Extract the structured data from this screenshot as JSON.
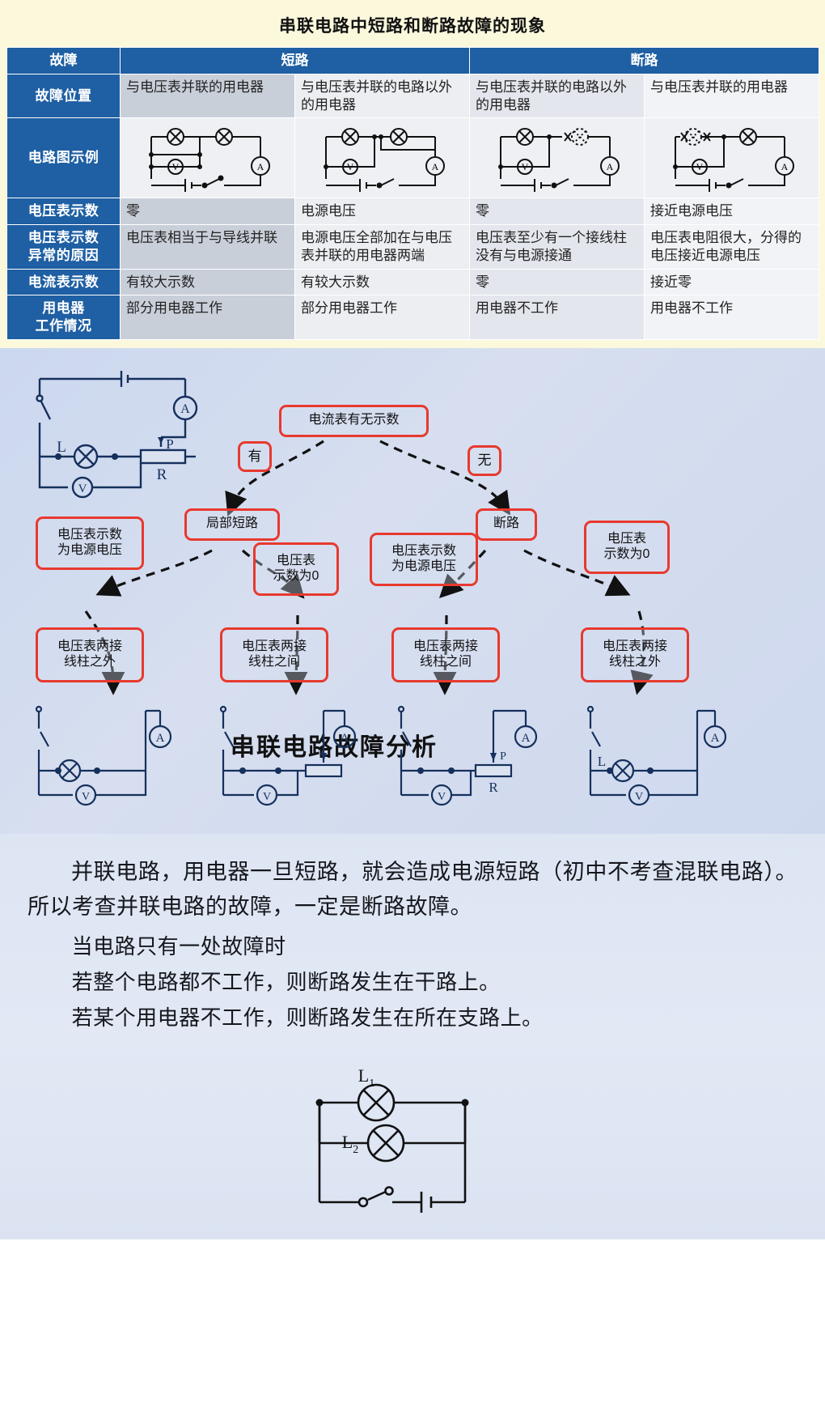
{
  "table": {
    "title": "串联电路中短路和断路故障的现象",
    "header": {
      "corner": "故障",
      "short_circuit": "短路",
      "open_circuit": "断路"
    },
    "row_labels": {
      "fault_location": "故障位置",
      "circuit_example": "电路图示例",
      "voltmeter_reading": "电压表示数",
      "abnormal_reason": "电压表示数\n异常的原因",
      "ammeter_reading": "电流表示数",
      "appliance_status": "用电器\n工作情况"
    },
    "rows": {
      "fault_location": [
        "与电压表并联的用电器",
        "与电压表并联的电路以外的用电器",
        "与电压表并联的电路以外的用电器",
        "与电压表并联的用电器"
      ],
      "voltmeter_reading": [
        "零",
        "电源电压",
        "零",
        "接近电源电压"
      ],
      "abnormal_reason": [
        "电压表相当于与导线并联",
        "电源电压全部加在与电压表并联的用电器两端",
        "电压表至少有一个接线柱没有与电源接通",
        "电压表电阻很大，分得的电压接近电源电压"
      ],
      "ammeter_reading": [
        "有较大示数",
        "有较大示数",
        "零",
        "接近零"
      ],
      "appliance_status": [
        "部分用电器工作",
        "部分用电器工作",
        "用电器不工作",
        "用电器不工作"
      ]
    },
    "diagram_labels": {
      "ammeter": "A",
      "voltmeter": "V"
    }
  },
  "flowchart": {
    "title": "串联电路故障分析",
    "root": "电流表有无示数",
    "branch_labels": {
      "yes": "有",
      "no": "无"
    },
    "level2": {
      "short": "局部短路",
      "open": "断路"
    },
    "level3": [
      "电压表示数\n为电源电压",
      "电压表\n示数为0",
      "电压表示数\n为电源电压",
      "电压表\n示数为0"
    ],
    "level4": [
      "电压表两接\n线柱之外",
      "电压表两接\n线柱之间",
      "电压表两接\n线柱之间",
      "电压表两接\n线柱之外"
    ],
    "circuit_labels": {
      "lamp": "L",
      "slider": "P",
      "resistor": "R",
      "ammeter": "A",
      "voltmeter": "V"
    }
  },
  "prose": {
    "paragraph1": "并联电路，用电器一旦短路，就会造成电源短路（初中不考查混联电路）。所以考查并联电路的故障，一定是断路故障。",
    "line1": "当电路只有一处故障时",
    "line2": "若整个电路都不工作，则断路发生在干路上。",
    "line3": "若某个用电器不工作，则断路发生在所在支路上。",
    "final_circuit": {
      "lamp1_base": "L",
      "lamp1_sub": "1",
      "lamp2_base": "L",
      "lamp2_sub": "2"
    }
  },
  "colors": {
    "header_blue": "#1f5fa3",
    "node_red": "#e8392e",
    "table_bg": "#fbf8dc",
    "flow_bg": "#ccd8ef",
    "prose_bg": "#dde5f3"
  }
}
